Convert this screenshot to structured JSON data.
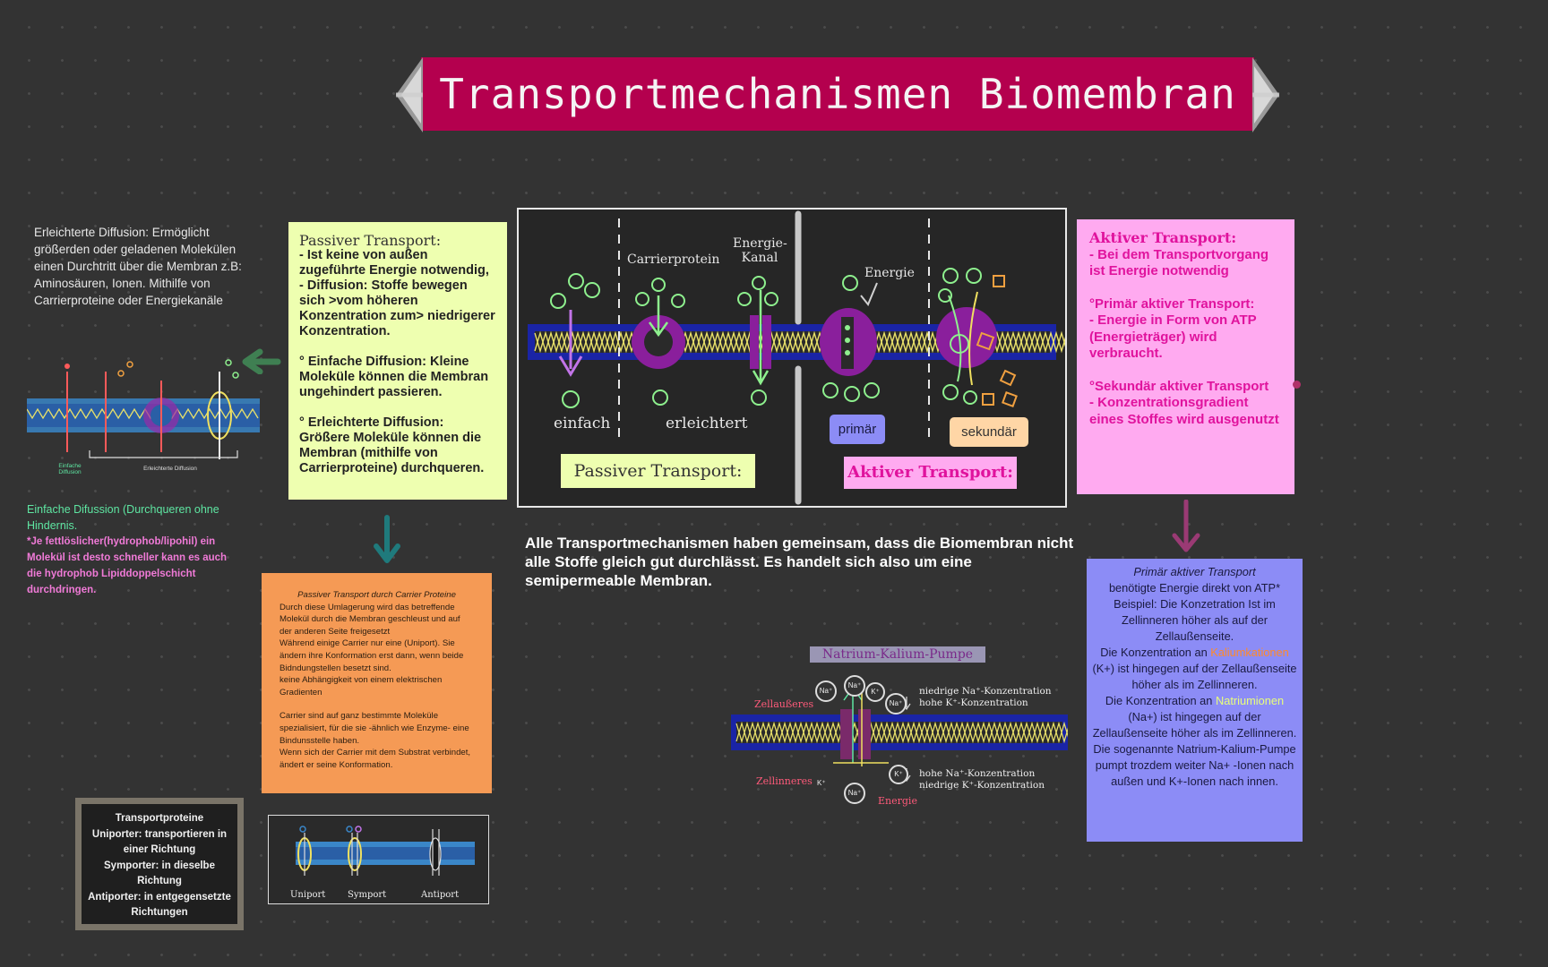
{
  "title": "Transportmechanismen Biomembran",
  "left_note": {
    "text": "Erleichterte Diffusion: Ermöglicht größerden oder geladenen Molekülen einen Durchtritt über die Membran z.B: Aminosäuren, Ionen. Mithilfe von Carrierproteine oder Energiekanäle"
  },
  "left_figure": {
    "label_simple": "Einfache Diffusion",
    "label_facilitated": "Erleichterte Diffusion"
  },
  "green_note": {
    "line1": "Einfache Difussion (Durchqueren ohne Hindernis.",
    "line2": "*Je fettlöslicher(hydrophob/lipohil) ein Molekül ist desto schneller kann es auch die hydrophob Lipiddoppelschicht durchdringen."
  },
  "passive_box": {
    "heading": "Passiver Transport:",
    "p1": "- Ist keine von außen zugeführte Energie notwendig,",
    "p2": "- Diffusion: Stoffe bewegen sich >vom höheren Konzentration zum> niedrigerer Konzentration.",
    "p3": "° Einfache Diffusion: Kleine Moleküle können die Membran ungehindert passieren.",
    "p4": "° Erleichterte Diffusion: Größere Moleküle können die Membran (mithilfe von Carrierproteine) durchqueren."
  },
  "diagram": {
    "carrier": "Carrierprotein",
    "channel": "Energie-Kanal",
    "energy": "Energie",
    "simple": "einfach",
    "facilitated": "erleichtert",
    "primary": "primär",
    "secondary": "sekundär",
    "passive_label": "Passiver Transport:",
    "active_label": "Aktiver Transport:"
  },
  "active_box": {
    "heading": "Aktiver Transport:",
    "p1": "- Bei dem Transportvorgang ist Energie notwendig",
    "p2h": "°Primär aktiver Transport:",
    "p2": "- Energie in Form von ATP (Energieträger) wird verbraucht.",
    "p3h": "°Sekundär aktiver Transport",
    "p3": "- Konzentrationsgradient eines Stoffes wird ausgenutzt"
  },
  "summary": "Alle Transportmechanismen haben gemeinsam, dass die Biomembran nicht alle Stoffe gleich gut durchlässt. Es handelt sich also um eine semipermeable Membran.",
  "orange_box": {
    "heading": "Passiver Transport durch Carrier Proteine",
    "p1": "Durch diese Umlagerung wird das betreffende Molekül durch die  Membran geschleust und auf der anderen Seite freigesetzt",
    "p2": "Während einige Carrier nur eine (Uniport). Sie ändern ihre Konformation erst  dann, wenn beide Bidndungstellen besetzt sind.",
    "p3": "keine Abhängigkeit von einem elektrischen Gradienten",
    "p4": "Carrier sind auf ganz bestimmte Moleküle spezialisiert, für die sie -ähnlich wie Enzyme- eine Bindunsstelle haben.",
    "p5": "Wenn sich der Carrier mit dem Substrat verbindet, ändert er seine Konformation."
  },
  "pump": {
    "title": "Natrium-Kalium-Pumpe",
    "outside": "Zellaußeres",
    "inside": "Zellinneres",
    "energy": "Energie",
    "top1": "niedrige Na⁺-Konzentration",
    "top2": "hohe K⁺-Konzentration",
    "bot1": "hohe Na⁺-Konzentration",
    "bot2": "niedrige K⁺-Konzentration",
    "na": "Na⁺",
    "k": "K⁺"
  },
  "blue_box": {
    "heading": "Primär aktiver Transport",
    "t1": "benötigte Energie direkt von ATP* Beispiel: Die Konzetration Ist im Zellinneren höher als auf der Zellaußenseite.",
    "t2a": "Die Konzentration an ",
    "t2b": "Kaliumkationen",
    "t2c": " (K+) ist hingegen auf der Zellaußenseite höher als im Zellinneren.",
    "t3a": "Die Konzentration an ",
    "t3b": "Natriumionen",
    "t3c": " (Na+) ist hingegen auf der Zellaußenseite höher als im Zellinneren.",
    "t4": "Die sogenannte Natrium-Kalium-Pumpe pumpt trozdem weiter Na+ -Ionen nach außen und K+-Ionen nach innen."
  },
  "transport_proteins": {
    "heading": "Transportproteine",
    "l1": "Uniporter: transportieren in einer Richtung",
    "l2": "Symporter: in dieselbe Richtung",
    "l3": "Antiporter: in entgegensetzte Richtungen"
  },
  "porter_figure": {
    "uniport": "Uniport",
    "symport": "Symport",
    "antiport": "Antiport"
  },
  "colors": {
    "banner": "#b4004e",
    "passive_yellow": "#eeffb0",
    "active_pink": "#ffaaf0",
    "orange": "#f59a55",
    "blue": "#8c8cf6",
    "membrane_blue": "#1a24a6",
    "lipid_yellow": "#e8e06a",
    "protein_purple": "#8a1f9c",
    "molecule_green": "#8ef08e"
  }
}
